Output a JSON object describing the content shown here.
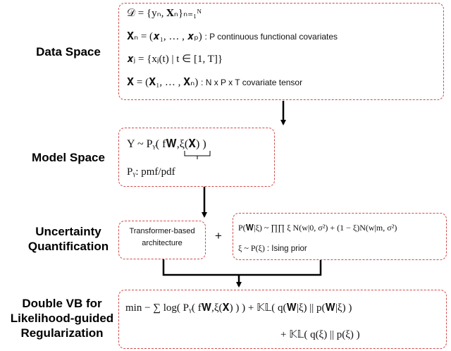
{
  "stages": {
    "data_space": "Data Space",
    "model_space": "Model Space",
    "uncertainty_line1": "Uncertainty",
    "uncertainty_line2": "Quantification",
    "double_vb_line1": "Double VB for",
    "double_vb_line2": "Likelihood-guided",
    "double_vb_line3": "Regularization"
  },
  "data_box": {
    "line1": "𝒟 = {yₙ, 𝐗ₙ}ₙ₌₁ᴺ",
    "line2_math": "𝐗ₙ = (𝒙₁, … , 𝒙ₚ)",
    "line2_text": ": P continuous functional covariates",
    "line3": "𝒙ⱼ = {xⱼ(t) | t ∈ [1, T]}",
    "line4_math": "𝐗 = (𝐗₁, … , 𝐗ₙ)",
    "line4_text": ": N x P x T covariate tensor"
  },
  "model_box": {
    "line1": "Y ~ Pᵧ( f𝐖,ξ(𝐗) )",
    "line2": "Pᵧ: pmf/pdf"
  },
  "transformer_box": {
    "line1": "Transformer-based",
    "line2": "architecture"
  },
  "plus": "+",
  "prior_box": {
    "line1": "P(𝐖|ξ) ~ ∏∏ ξ N(w|0, σ²) + (1 − ξ)N(w|m, σ²)",
    "line2_math": "ξ ~ P(ξ)",
    "line2_text": ": Ising prior"
  },
  "vb_box": {
    "line1": "min − ∑ log( Pᵧ( f𝐖,ξ(𝐗) ) )  +  𝕂𝕃( q(𝐖|ξ) || p(𝐖|ξ) )",
    "line2": "+  𝕂𝕃( q(ξ) || p(ξ) )"
  }
}
